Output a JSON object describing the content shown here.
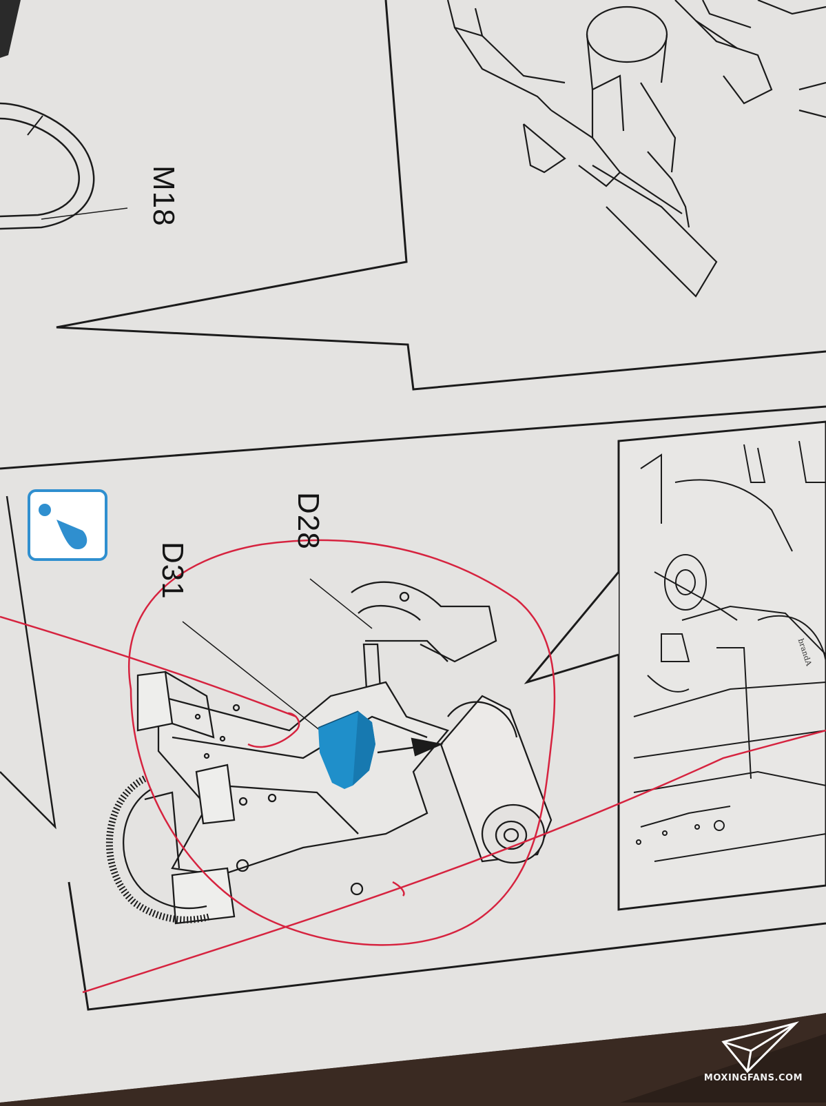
{
  "image": {
    "description_labels": {
      "part_m18": "M18",
      "part_d28": "D28",
      "part_d31": "D31",
      "brand_text": "brandA"
    },
    "watermark": {
      "text": "MOXINGFANS.COM"
    },
    "colors": {
      "paper": "#e4e3e1",
      "ink": "#1b1b1b",
      "marker_red": "#d6233f",
      "part_highlight_blue": "#1f8fca",
      "background": "#3a2a22"
    },
    "icons": [
      "caution-info-icon",
      "paper-plane-logo-icon"
    ]
  }
}
